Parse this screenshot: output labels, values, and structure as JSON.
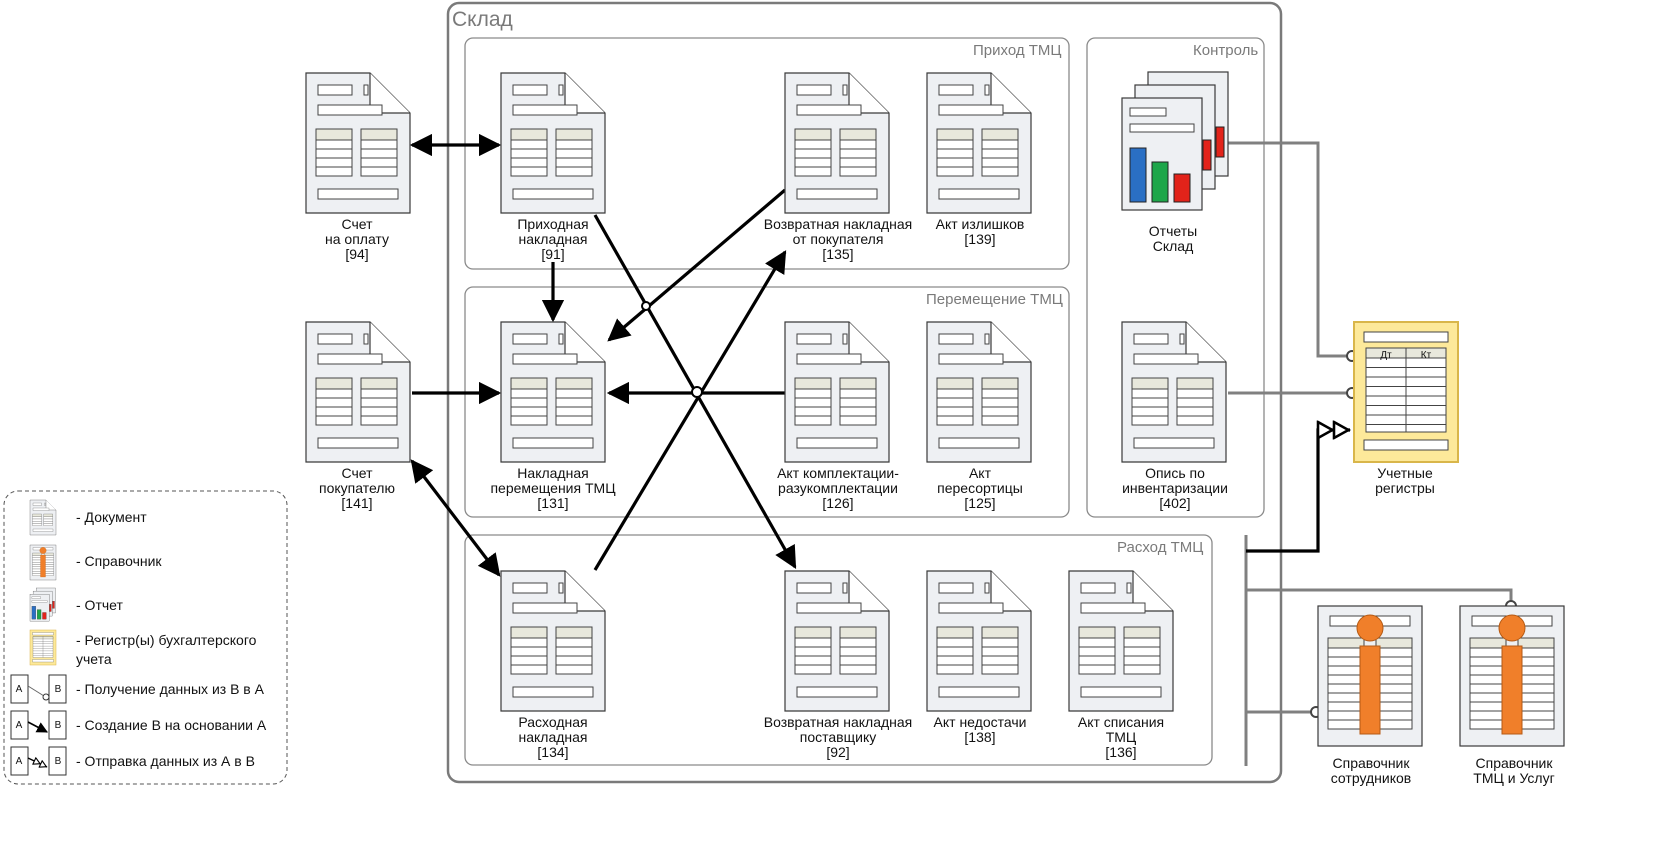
{
  "diagram": {
    "main_title": "Склад",
    "groups": {
      "prihod": "Приход ТМЦ",
      "kontrol": "Контроль",
      "peremeshenie": "Перемещение ТМЦ",
      "rashod": "Расход ТМЦ"
    },
    "nodes": {
      "schet_oplata": [
        "Счет",
        "на оплату",
        "[94]"
      ],
      "prihodnaya": [
        "Приходная",
        "накладная",
        "[91]"
      ],
      "vozvrat_pok": [
        "Возвратная накладная",
        "от покупателя",
        "[135]"
      ],
      "akt_izlishkov": [
        "Акт излишков",
        "[139]"
      ],
      "otchety": [
        "Отчеты",
        "Склад"
      ],
      "schet_pok": [
        "Счет",
        "покупателю",
        "[141]"
      ],
      "peremeshenie": [
        "Накладная",
        "перемещения ТМЦ",
        "[131]"
      ],
      "komplekt": [
        "Акт комплектации-",
        "разукомплектации",
        "[126]"
      ],
      "peresort": [
        "Акт",
        "пересортицы",
        "[125]"
      ],
      "opis": [
        "Опись по",
        "инвентаризации",
        "[402]"
      ],
      "registry": [
        "Учетные",
        "регистры"
      ],
      "rashodnaya": [
        "Расходная",
        "накладная",
        "[134]"
      ],
      "vozvrat_post": [
        "Возвратная накладная",
        "поставщику",
        "[92]"
      ],
      "nedostacha": [
        "Акт недостачи",
        "[138]"
      ],
      "spisanie": [
        "Акт списания",
        "ТМЦ",
        "[136]"
      ],
      "sprav_sotr": [
        "Справочник",
        "сотрудников"
      ],
      "sprav_tmc": [
        "Справочник",
        "ТМЦ и Услуг"
      ]
    },
    "registry_columns": [
      "Дт",
      "Кт"
    ]
  },
  "legend": {
    "document": "- Документ",
    "reference": "- Справочник",
    "report": "- Отчет",
    "register_line1": "- Регистр(ы) бухгалтерского",
    "register_line2": "учета",
    "get_data": "- Получение данных из В в А",
    "create": "- Создание В на основании А",
    "send": "- Отправка данных из А в В",
    "a": "A",
    "b": "B"
  },
  "colors": {
    "doc_fill": "#eef0f3",
    "doc_header": "#e8e8dc",
    "register_fill": "#fde99a",
    "register_border": "#d9b64a",
    "reference_accent": "#f07f2a",
    "bar_blue": "#2a6fc4",
    "bar_green": "#1ea64a",
    "bar_red": "#e2231a",
    "gray_line": "#808080"
  }
}
